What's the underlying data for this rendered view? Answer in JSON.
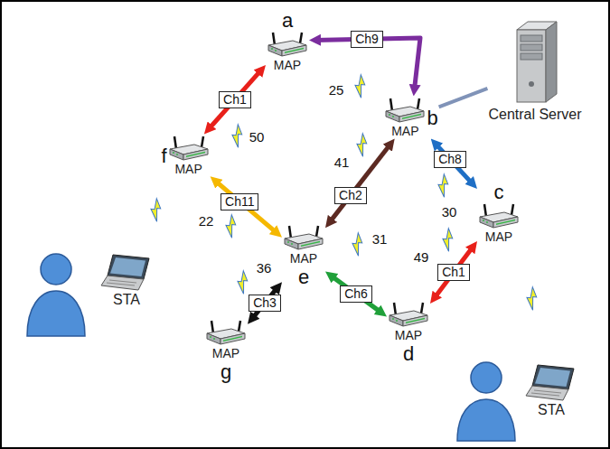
{
  "diagram": {
    "nodes": [
      {
        "text": [
          "MAP",
          "a"
        ]
      },
      {
        "text": [
          "Central Server"
        ]
      },
      {
        "text": [
          "MAP",
          "b"
        ]
      },
      {
        "text": [
          "MAP",
          "f"
        ]
      },
      {
        "text": [
          "MAP",
          "c"
        ]
      },
      {
        "text": [
          "MAP",
          "e"
        ]
      },
      {
        "text": [
          "STA"
        ]
      },
      {
        "text": [
          "MAP",
          "d"
        ]
      },
      {
        "text": [
          "MAP",
          "g"
        ]
      },
      {
        "text": [
          "STA"
        ]
      }
    ],
    "edges": [
      {
        "from": 3,
        "to": 0,
        "arrow": "both",
        "label": "Ch1"
      },
      {
        "from": 2,
        "to": 0,
        "arrow": "both",
        "label": "Ch9"
      },
      {
        "from": 2,
        "to": 4,
        "arrow": "both",
        "label": "Ch8"
      },
      {
        "from": 5,
        "to": 2,
        "arrow": "both",
        "label": "Ch2"
      },
      {
        "from": 5,
        "to": 3,
        "arrow": "both",
        "label": "Ch11"
      },
      {
        "from": 5,
        "to": 7,
        "arrow": "both",
        "label": "Ch6"
      },
      {
        "from": 8,
        "to": 5,
        "arrow": "both",
        "label": "Ch3"
      },
      {
        "from": 7,
        "to": 4,
        "arrow": "both",
        "label": "Ch1"
      },
      {
        "from": 1,
        "to": 2,
        "arrow": "none"
      }
    ],
    "labels": [
      "50",
      "25",
      "41",
      "22",
      "30",
      "31",
      "36",
      "49"
    ]
  }
}
